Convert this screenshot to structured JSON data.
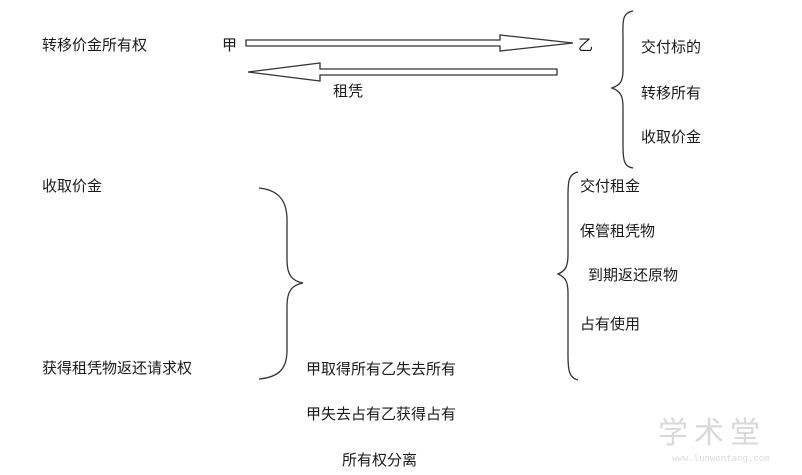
{
  "top": {
    "transfer_label": "转移价金所有权",
    "party_a": "甲",
    "party_b": "乙",
    "return_label": "租凭",
    "b_duties": [
      "交付标的",
      "转移所有",
      "收取价金"
    ]
  },
  "middle": {
    "collect_price": "收取价金",
    "return_claim": "获得租凭物返还请求权",
    "b_obligations": [
      "交付租金",
      "保管租凭物",
      "到期返还原物",
      "占有使用"
    ]
  },
  "bottom": {
    "lines": [
      "甲取得所有乙失去所有",
      "甲失去占有乙获得占有",
      "所有权分离"
    ]
  },
  "watermark": {
    "text": "学术堂",
    "url": "www.lunwentang.com"
  }
}
